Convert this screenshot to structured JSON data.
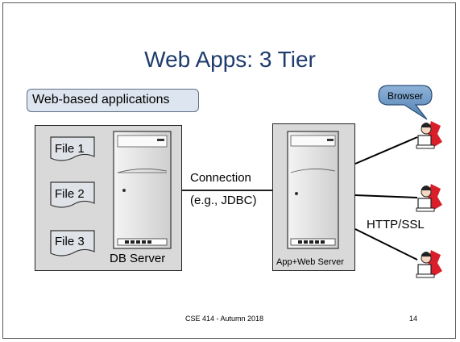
{
  "slide": {
    "title": "Web Apps: 3 Tier",
    "tag": "Web-based applications",
    "footer": "CSE 414 - Autumn 2018",
    "page_number": "14"
  },
  "diagram": {
    "files": [
      "File 1",
      "File 2",
      "File 3"
    ],
    "db_server_label": "DB Server",
    "connection_label": "Connection",
    "connection_example": "(e.g., JDBC)",
    "app_server_label": "App+Web Server",
    "browser_label": "Browser",
    "protocol_label": "HTTP/SSL"
  },
  "colors": {
    "title": "#1f3c6e",
    "tag_fill": "#dde5f0",
    "box_fill": "#d9d9d9",
    "browser_bubble": "#4f7fb0",
    "user_highlight": "#d81f2a"
  }
}
